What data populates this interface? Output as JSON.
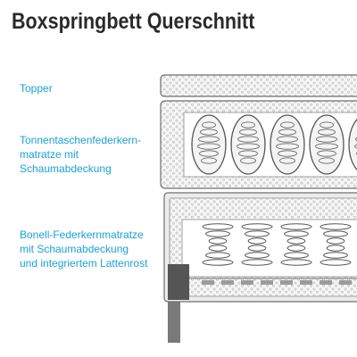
{
  "title": "Boxspringbett Querschnitt",
  "labels": {
    "topper": [
      "Topper"
    ],
    "pocket_spring": [
      "Tonnentaschenfederkern-",
      "matratze mit",
      "Schaumabdeckung"
    ],
    "bonell_spring": [
      "Bonell-Federkernmatratze",
      "mit Schaumabdeckung",
      "und integriertem Lattenrost"
    ]
  },
  "colors": {
    "label_text": "#1aa1d6",
    "title_text": "#2a2a2a",
    "outline": "#6f6f6f",
    "foam_fill": "#f6f6f6",
    "frame_dark": "#555555",
    "leg": "#7a7a7a"
  }
}
